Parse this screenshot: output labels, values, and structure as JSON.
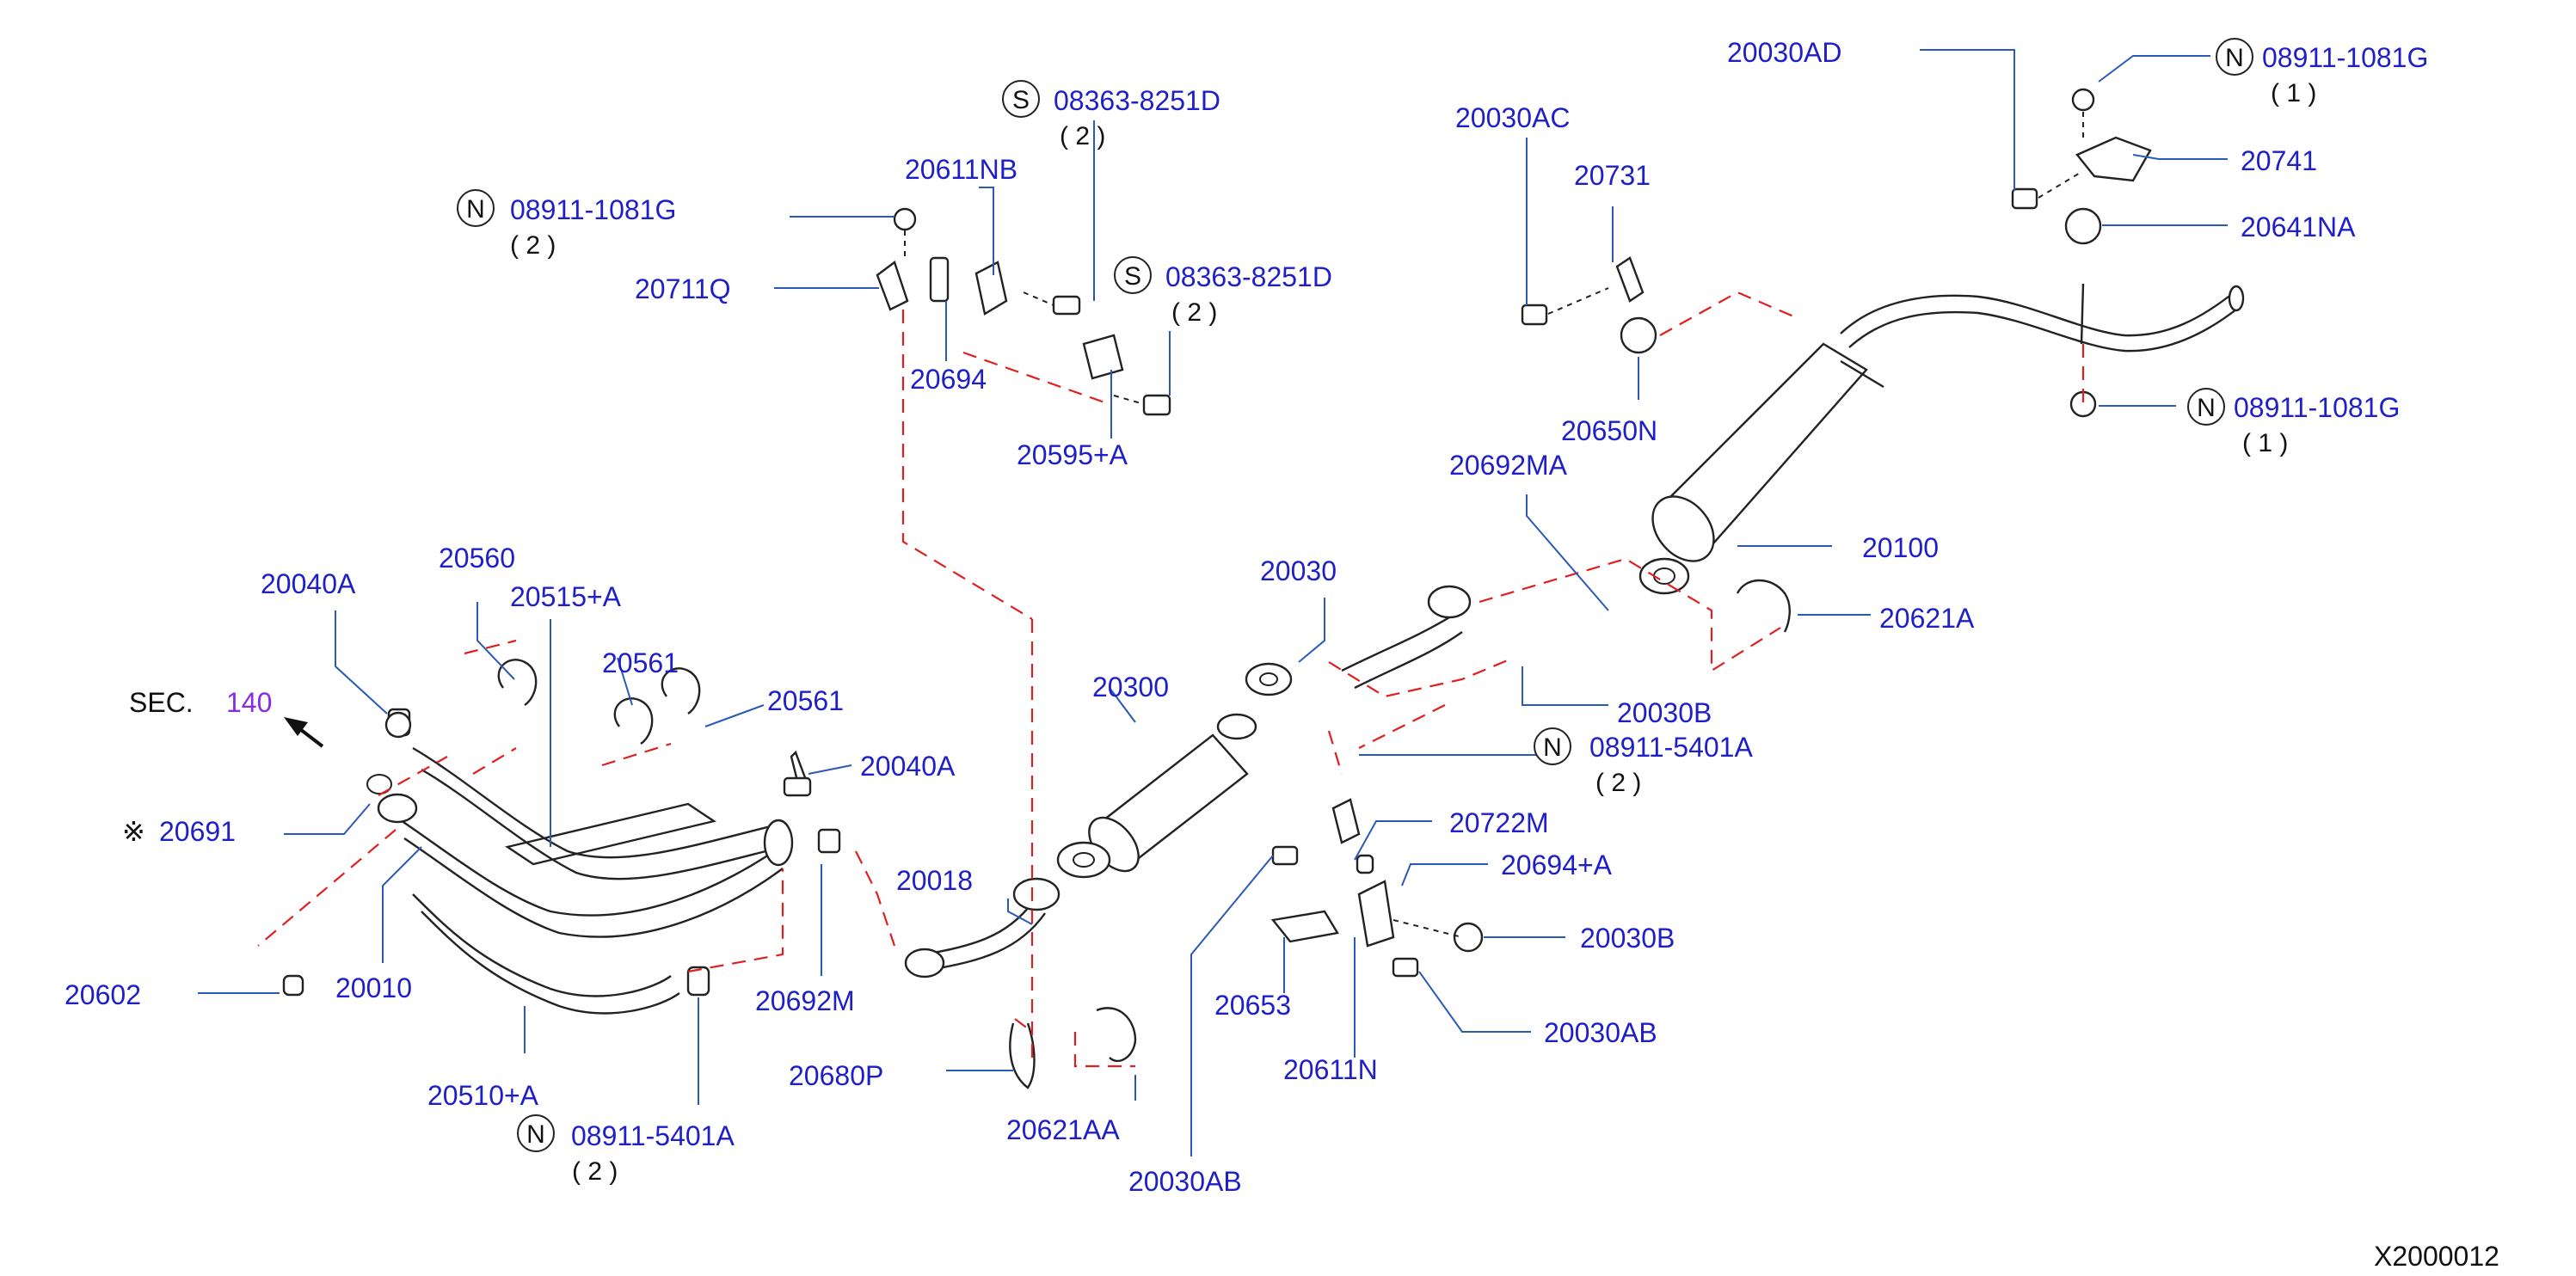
{
  "diagram": {
    "sec_ref": {
      "prefix": "SEC.",
      "number": "140"
    },
    "mark_symbol": "※",
    "footer_code": "X2000012",
    "colors": {
      "label": "#1f1fc8",
      "leader": "#2a5ab8",
      "dashed": "#e02020",
      "sec_number": "#8a2be2"
    },
    "labels": [
      "20030AD",
      "20030AC",
      "20731",
      "20741",
      "20641NA",
      "20650N",
      "20692MA",
      "20100",
      "20621A",
      "20030",
      "20030B",
      "20722M",
      "20694+A",
      "20030B",
      "20030AB",
      "20653",
      "20611N",
      "20030AB",
      "20680P",
      "20621AA",
      "20018",
      "20300",
      "20611NB",
      "20711Q",
      "20694",
      "20595+A",
      "20040A",
      "20560",
      "20515+A",
      "20561",
      "20561",
      "20040A",
      "20691",
      "20602",
      "20010",
      "20692M",
      "20510+A"
    ],
    "ref_parts": [
      {
        "symbol": "N",
        "number": "08911-1081G",
        "qty": "( 1 )"
      },
      {
        "symbol": "N",
        "number": "08911-1081G",
        "qty": "( 1 )"
      },
      {
        "symbol": "N",
        "number": "08911-1081G",
        "qty": "( 2 )"
      },
      {
        "symbol": "S",
        "number": "08363-8251D",
        "qty": "( 2 )"
      },
      {
        "symbol": "S",
        "number": "08363-8251D",
        "qty": "( 2 )"
      },
      {
        "symbol": "N",
        "number": "08911-5401A",
        "qty": "( 2 )"
      },
      {
        "symbol": "N",
        "number": "08911-5401A",
        "qty": "( 2 )"
      }
    ]
  }
}
